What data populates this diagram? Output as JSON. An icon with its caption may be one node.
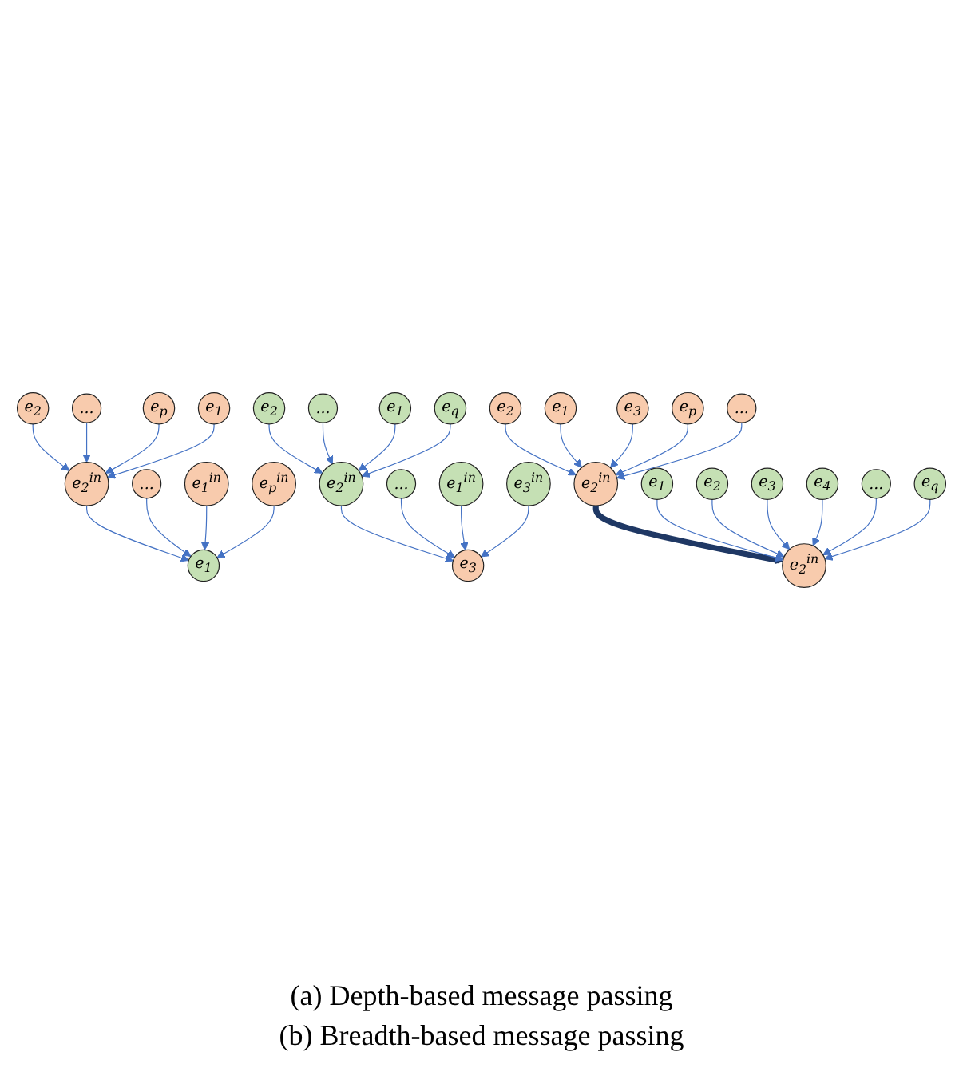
{
  "diagram": {
    "nodes": [
      {
        "text": [
          "e$_{2}$"
        ]
      },
      {
        "text": [
          "..."
        ]
      },
      {
        "text": [
          "e$_{p}$"
        ]
      },
      {
        "text": [
          "e$_{1}$"
        ]
      },
      {
        "text": [
          "e$_{2}$$^{in}$"
        ]
      },
      {
        "text": [
          "..."
        ]
      },
      {
        "text": [
          "e$_{1}$$^{in}$"
        ]
      },
      {
        "text": [
          "e$_{p}$$^{in}$"
        ]
      },
      {
        "text": [
          "e$_{1}$"
        ]
      },
      {
        "text": [
          "e$_{2}$"
        ]
      },
      {
        "text": [
          "..."
        ]
      },
      {
        "text": [
          "e$_{1}$"
        ]
      },
      {
        "text": [
          "e$_{q}$"
        ]
      },
      {
        "text": [
          "e$_{2}$$^{in}$"
        ]
      },
      {
        "text": [
          "..."
        ]
      },
      {
        "text": [
          "e$_{1}$$^{in}$"
        ]
      },
      {
        "text": [
          "e$_{3}$$^{in}$"
        ]
      },
      {
        "text": [
          "e$_{3}$"
        ]
      },
      {
        "text": [
          "e$_{2}$"
        ]
      },
      {
        "text": [
          "e$_{1}$"
        ]
      },
      {
        "text": [
          "e$_{3}$"
        ]
      },
      {
        "text": [
          "e$_{2}$$^{in}$"
        ]
      },
      {
        "text": [
          "e$_{p}$"
        ]
      },
      {
        "text": [
          "..."
        ]
      },
      {
        "text": [
          "e$_{1}$"
        ]
      },
      {
        "text": [
          "e$_{2}$"
        ]
      },
      {
        "text": [
          "e$_{3}$"
        ]
      },
      {
        "text": [
          "e$_{2}$$^{in}$"
        ]
      },
      {
        "text": [
          "e$_{4}$"
        ]
      },
      {
        "text": [
          "..."
        ]
      },
      {
        "text": [
          "e$_{q}$"
        ]
      }
    ],
    "edges": [
      {
        "from": 0,
        "to": 4,
        "arrow": "to"
      },
      {
        "from": 1,
        "to": 4,
        "arrow": "to"
      },
      {
        "from": 2,
        "to": 4,
        "arrow": "to"
      },
      {
        "from": 3,
        "to": 4,
        "arrow": "to"
      },
      {
        "from": 4,
        "to": 8,
        "arrow": "to"
      },
      {
        "from": 5,
        "to": 8,
        "arrow": "to"
      },
      {
        "from": 6,
        "to": 8,
        "arrow": "to"
      },
      {
        "from": 7,
        "to": 8,
        "arrow": "to"
      },
      {
        "from": 9,
        "to": 13,
        "arrow": "to"
      },
      {
        "from": 10,
        "to": 13,
        "arrow": "to"
      },
      {
        "from": 11,
        "to": 13,
        "arrow": "to"
      },
      {
        "from": 12,
        "to": 13,
        "arrow": "to"
      },
      {
        "from": 13,
        "to": 17,
        "arrow": "to"
      },
      {
        "from": 14,
        "to": 17,
        "arrow": "to"
      },
      {
        "from": 15,
        "to": 17,
        "arrow": "to"
      },
      {
        "from": 16,
        "to": 17,
        "arrow": "to"
      },
      {
        "from": 18,
        "to": 21,
        "arrow": "to"
      },
      {
        "from": 19,
        "to": 21,
        "arrow": "to"
      },
      {
        "from": 20,
        "to": 21,
        "arrow": "to"
      },
      {
        "from": 22,
        "to": 21,
        "arrow": "to"
      },
      {
        "from": 23,
        "to": 21,
        "arrow": "to"
      },
      {
        "from": 21,
        "to": 27,
        "arrow": "to",
        "style": "thick",
        "color": "#1f3864"
      },
      {
        "from": 24,
        "to": 27,
        "arrow": "to"
      },
      {
        "from": 25,
        "to": 27,
        "arrow": "to"
      },
      {
        "from": 26,
        "to": 27,
        "arrow": "to"
      },
      {
        "from": 28,
        "to": 27,
        "arrow": "to"
      },
      {
        "from": 29,
        "to": 27,
        "arrow": "to"
      },
      {
        "from": 30,
        "to": 27,
        "arrow": "to"
      }
    ],
    "labels": [
      "(a)  Depth-based message passing",
      "(b)  Breadth-based message passing"
    ]
  }
}
